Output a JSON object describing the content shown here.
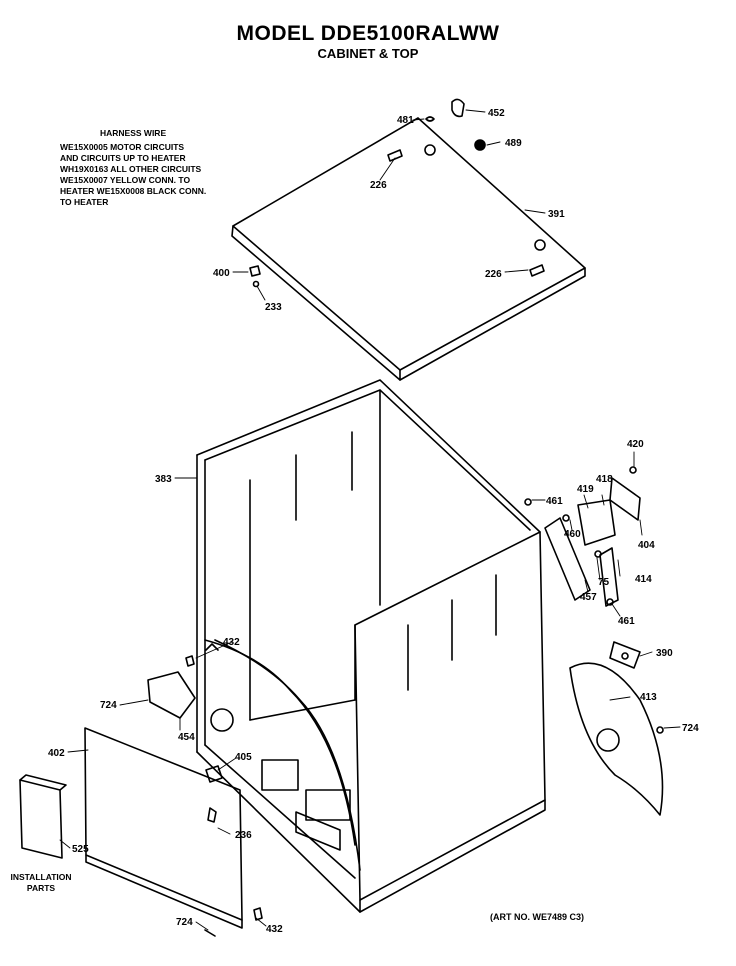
{
  "title": "MODEL DDE5100RALWW",
  "subtitle": "CABINET & TOP",
  "harness": {
    "heading": "HARNESS WIRE",
    "lines": [
      "WE15X0005 MOTOR CIRCUITS",
      "AND CIRCUITS UP TO HEATER",
      "WH19X0163 ALL OTHER CIRCUITS",
      "WE15X0007 YELLOW CONN. TO",
      "HEATER WE15X0008 BLACK CONN.",
      "TO HEATER"
    ]
  },
  "installation_label": [
    "INSTALLATION",
    "PARTS"
  ],
  "art_no": "(ART NO. WE7489 C3)",
  "parts": {
    "p481a": "481",
    "p452": "452",
    "p489": "489",
    "p226a": "226",
    "p391": "391",
    "p400": "400",
    "p233": "233",
    "p226b": "226",
    "p383": "383",
    "p420": "420",
    "p419": "419",
    "p418": "418",
    "p461a": "461",
    "p460": "460",
    "p404": "404",
    "p75": "75",
    "p414": "414",
    "p457": "457",
    "p461b": "461",
    "p390": "390",
    "p432a": "432",
    "p413": "413",
    "p724a": "724",
    "p724b": "724",
    "p454": "454",
    "p402": "402",
    "p405": "405",
    "p236": "236",
    "p525": "525",
    "p724c": "724",
    "p432b": "432"
  }
}
